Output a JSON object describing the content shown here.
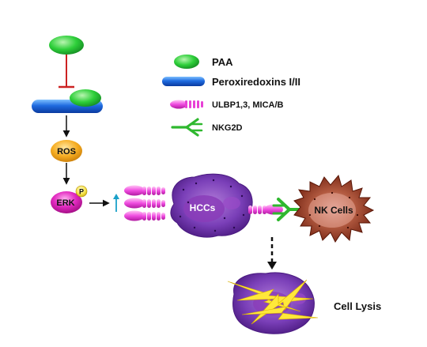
{
  "legend": {
    "paa": "PAA",
    "prx": "Peroxiredoxins I/II",
    "ulbp": "ULBP1,3, MICA/B",
    "nkg2d": "NKG2D"
  },
  "pathway": {
    "ros": "ROS",
    "erk": "ERK",
    "phospho": "P"
  },
  "cells": {
    "hcc": "HCCs",
    "nk": "NK Cells",
    "lysis": "Cell Lysis"
  },
  "colors": {
    "paa_green": "#22c23a",
    "prx_blue": "#1a5fd6",
    "ros_orange": "#f2a51c",
    "erk_magenta": "#d81aa8",
    "hcc_purple": "#6a2fa8",
    "nk_red": "#8a2a10",
    "nkg2d_green": "#2fb82f",
    "ulbp_pink": "#ee44dd",
    "inhibit_red": "#cc2222",
    "upregulation_arrow": "#1aa0c8"
  }
}
